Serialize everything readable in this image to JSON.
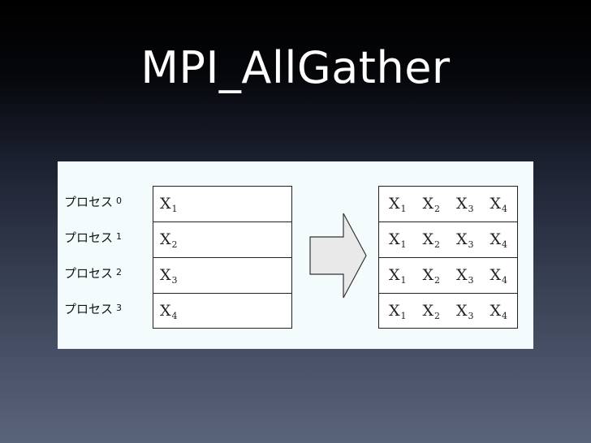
{
  "slide": {
    "title": "MPI_AllGather"
  },
  "diagram": {
    "processes": [
      {
        "label": "プロセス",
        "number": "0",
        "data": {
          "base": "X",
          "sub": "1"
        }
      },
      {
        "label": "プロセス",
        "number": "1",
        "data": {
          "base": "X",
          "sub": "2"
        }
      },
      {
        "label": "プロセス",
        "number": "2",
        "data": {
          "base": "X",
          "sub": "3"
        }
      },
      {
        "label": "プロセス",
        "number": "3",
        "data": {
          "base": "X",
          "sub": "4"
        }
      }
    ],
    "gathered": [
      [
        {
          "base": "X",
          "sub": "1"
        },
        {
          "base": "X",
          "sub": "2"
        },
        {
          "base": "X",
          "sub": "3"
        },
        {
          "base": "X",
          "sub": "4"
        }
      ],
      [
        {
          "base": "X",
          "sub": "1"
        },
        {
          "base": "X",
          "sub": "2"
        },
        {
          "base": "X",
          "sub": "3"
        },
        {
          "base": "X",
          "sub": "4"
        }
      ],
      [
        {
          "base": "X",
          "sub": "1"
        },
        {
          "base": "X",
          "sub": "2"
        },
        {
          "base": "X",
          "sub": "3"
        },
        {
          "base": "X",
          "sub": "4"
        }
      ],
      [
        {
          "base": "X",
          "sub": "1"
        },
        {
          "base": "X",
          "sub": "2"
        },
        {
          "base": "X",
          "sub": "3"
        },
        {
          "base": "X",
          "sub": "4"
        }
      ]
    ],
    "colors": {
      "panel_background": "#f3fbfd",
      "arrow_fill": "#e9e9e9",
      "border": "#222222"
    }
  }
}
